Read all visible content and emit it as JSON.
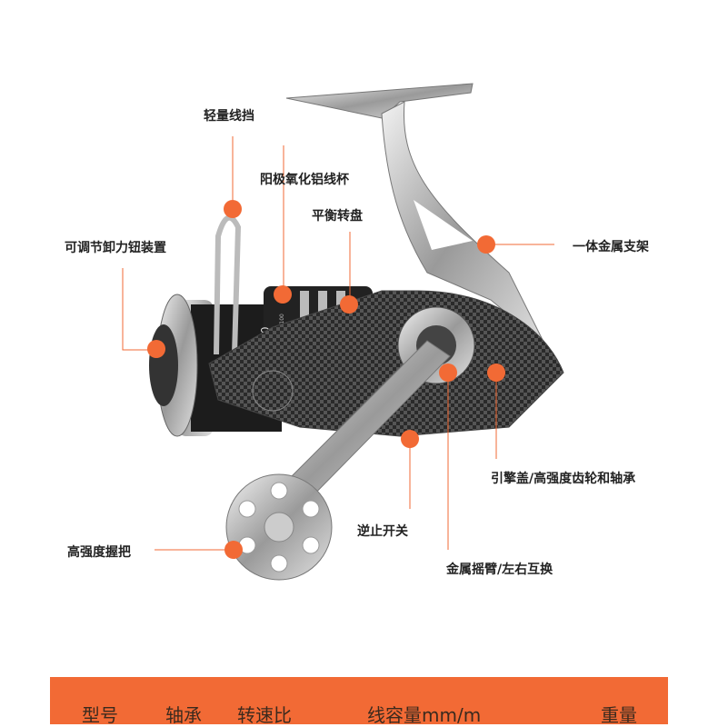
{
  "callouts": {
    "line_guide": "轻量线挡",
    "spool": "阳极氧化铝线杯",
    "rotor": "平衡转盘",
    "drag": "可调节卸力钮装置",
    "frame": "一体金属支架",
    "body_cover": "引擎盖/高强度齿轮和轴承",
    "anti_reverse": "逆止开关",
    "handle_arm": "金属摇臂/左右互换",
    "knob": "高强度握把"
  },
  "reel_print": {
    "model": "5000",
    "capacity": "40/120 0.45/100"
  },
  "table": {
    "headers": [
      "型号",
      "轴承",
      "转速比",
      "线容量mm/m",
      "重量"
    ]
  },
  "colors": {
    "accent": "#f26a35",
    "header_text": "#3b2a1e"
  }
}
